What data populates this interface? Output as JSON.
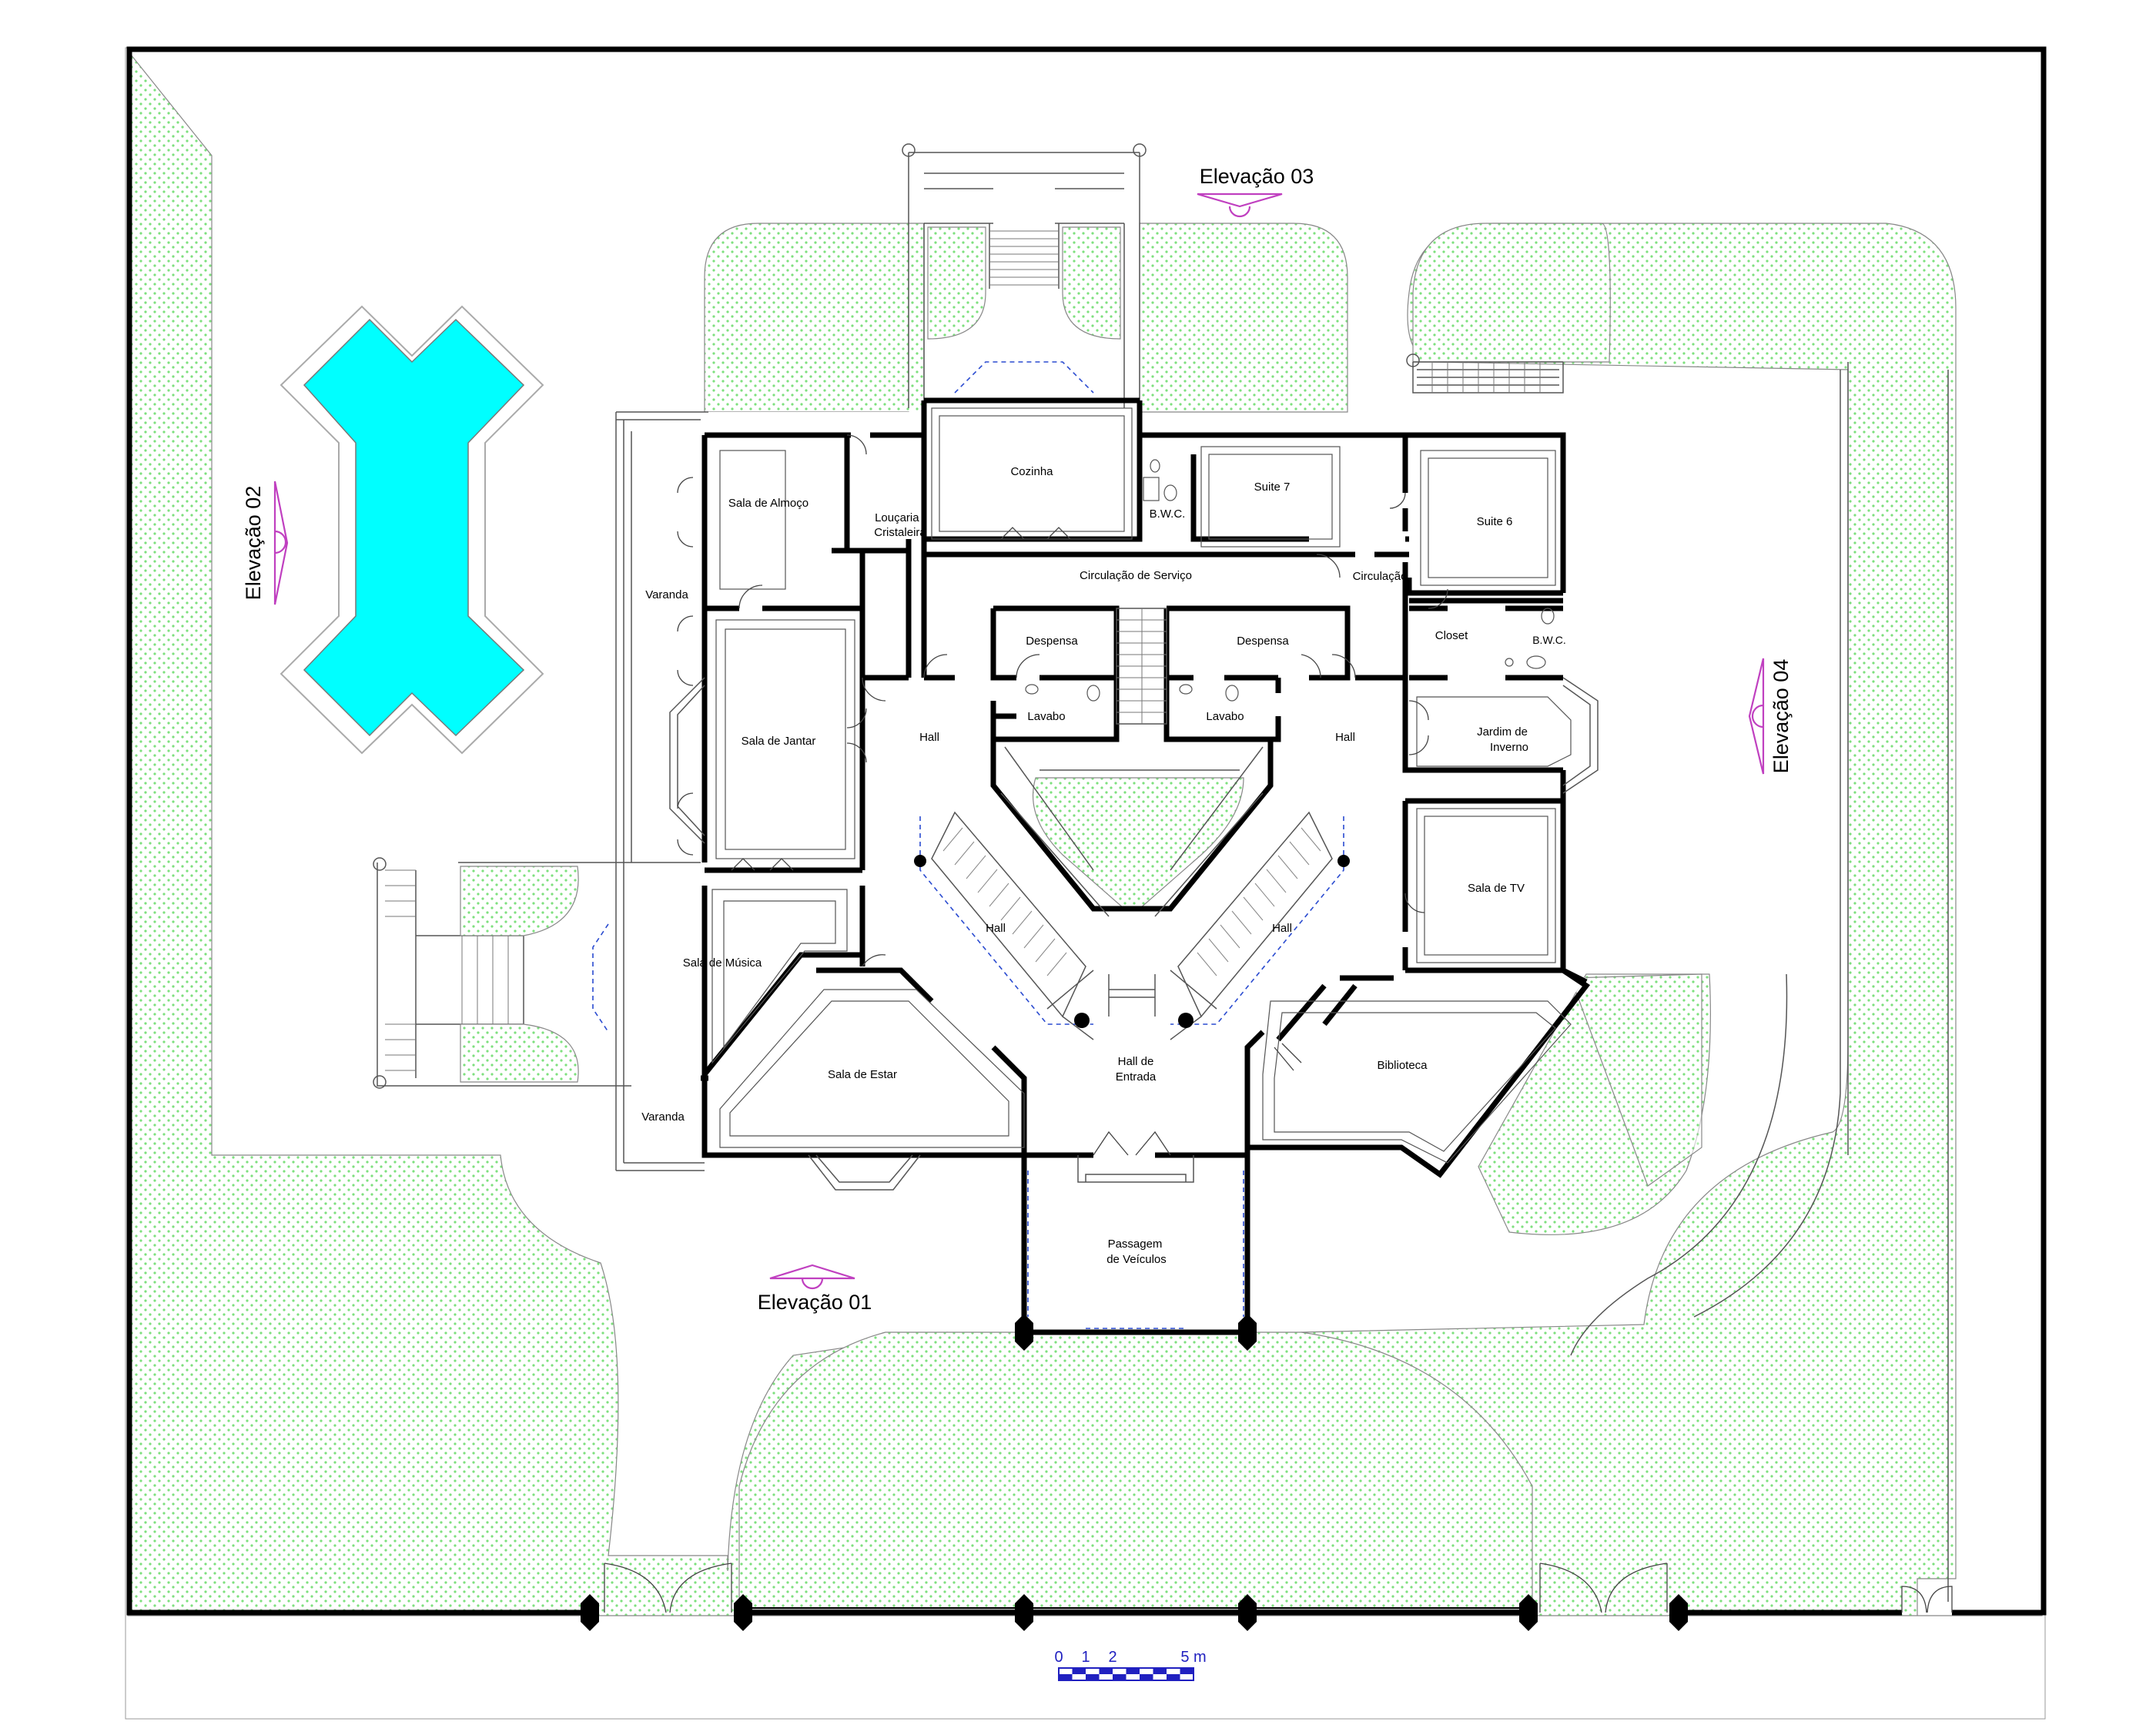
{
  "rooms": {
    "sala_almoco": "Sala de Almoço",
    "loucaria": "Louçaria /",
    "cristaleira": "Cristaleira",
    "cozinha": "Cozinha",
    "bwc_servico": "B.W.C.",
    "suite7": "Suite 7",
    "suite6": "Suite 6",
    "varanda_oeste": "Varanda",
    "circulacao_servico": "Circulação de Serviço",
    "circulacao": "Circulação",
    "despensa_1": "Despensa",
    "despensa_2": "Despensa",
    "closet": "Closet",
    "bwc_suite": "B.W.C.",
    "lavabo_1": "Lavabo",
    "lavabo_2": "Lavabo",
    "sala_jantar": "Sala de Jantar",
    "hall_oeste": "Hall",
    "hall_leste": "Hall",
    "jardim_inverno_1": "Jardim de",
    "jardim_inverno_2": "Inverno",
    "hall_escada_oeste": "Hall",
    "hall_escada_leste": "Hall",
    "sala_tv": "Sala de TV",
    "sala_musica": "Sala de Música",
    "sala_estar": "Sala de Estar",
    "hall_entrada_1": "Hall de",
    "hall_entrada_2": "Entrada",
    "biblioteca": "Biblioteca",
    "varanda_sul": "Varanda",
    "passagem_1": "Passagem",
    "passagem_2": "de Veículos"
  },
  "elevations": {
    "e01": "Elevação 01",
    "e02": "Elevação 02",
    "e03": "Elevação 03",
    "e04": "Elevação 04"
  },
  "scale_bar": {
    "t0": "0",
    "t1": "1",
    "t2": "2",
    "t5": "5 m"
  },
  "colors": {
    "pool": "#00ffff",
    "garden_dots": "#7ee07e",
    "elevation_marker": "#c040c0",
    "dashed_lines": "#2a4bd0",
    "scale_bar": "#2020c0"
  }
}
